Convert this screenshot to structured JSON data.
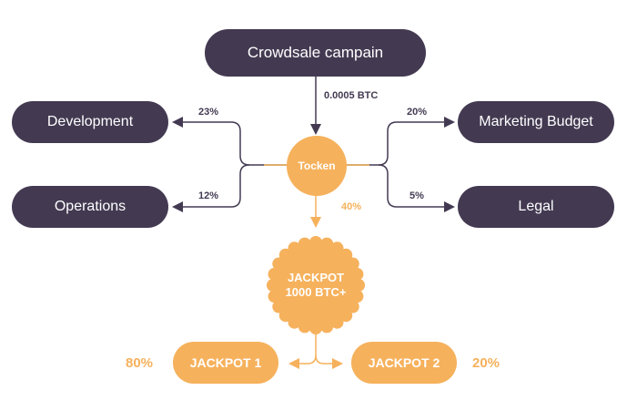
{
  "nodes": {
    "campaign": "Crowdsale campain",
    "development": "Development",
    "operations": "Operations",
    "marketing": "Marketing Budget",
    "legal": "Legal",
    "token": "Tocken",
    "jackpot_main_line1": "JACKPOT",
    "jackpot_main_line2": "1000 BTC+",
    "jackpot1": "JACKPOT 1",
    "jackpot2": "JACKPOT 2"
  },
  "edges": {
    "campaign_to_token": "0.0005 BTC",
    "development_pct": "23%",
    "operations_pct": "12%",
    "marketing_pct": "20%",
    "legal_pct": "5%",
    "jackpot_pct": "40%",
    "jackpot1_pct": "80%",
    "jackpot2_pct": "20%"
  },
  "colors": {
    "dark": "#433A52",
    "accent": "#F6B15C"
  }
}
